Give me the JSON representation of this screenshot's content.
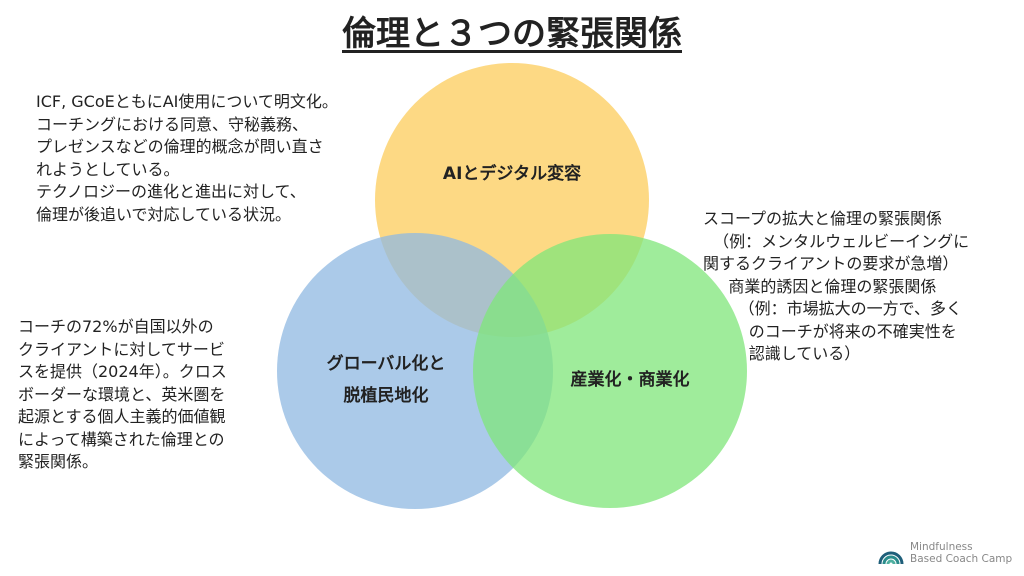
{
  "title": "倫理と３つの緊張関係",
  "circles": [
    {
      "label": "AIとデジタル変容",
      "color": "#fdd26e"
    },
    {
      "label_lines": [
        "グローバル化と",
        "脱植民地化"
      ],
      "color": "#9fc1e6"
    },
    {
      "label": "産業化・商業化",
      "color": "#8ee88a"
    }
  ],
  "notes": {
    "ai": "ICF, GCoEともにAI使用について明文化。\nコーチングにおける同意、守秘義務、\nプレゼンスなどの倫理的概念が問い直さ\nれようとしている。\nテクノロジーの進化と進出に対して、\n倫理が後追いで対応している状況。",
    "global": "コーチの72%が自国以外の\nクライアントに対してサービ\nスを提供（2024年）。クロス\nボーダーな環境と、英米圏を\n起源とする個人主義的価値観\nによって構築された倫理との\n緊張関係。",
    "industry": "スコープの拡大と倫理の緊張関係\n  （例：メンタルウェルビーイングに\n関するクライアントの要求が急増）\n     商業的誘因と倫理の緊張関係\n       （例：市場拡大の一方で、多く\n         のコーチが将来の不確実性を\n         認識している）"
  },
  "logo": {
    "line1": "Mindfulness",
    "line2": "Based Coach Camp"
  }
}
